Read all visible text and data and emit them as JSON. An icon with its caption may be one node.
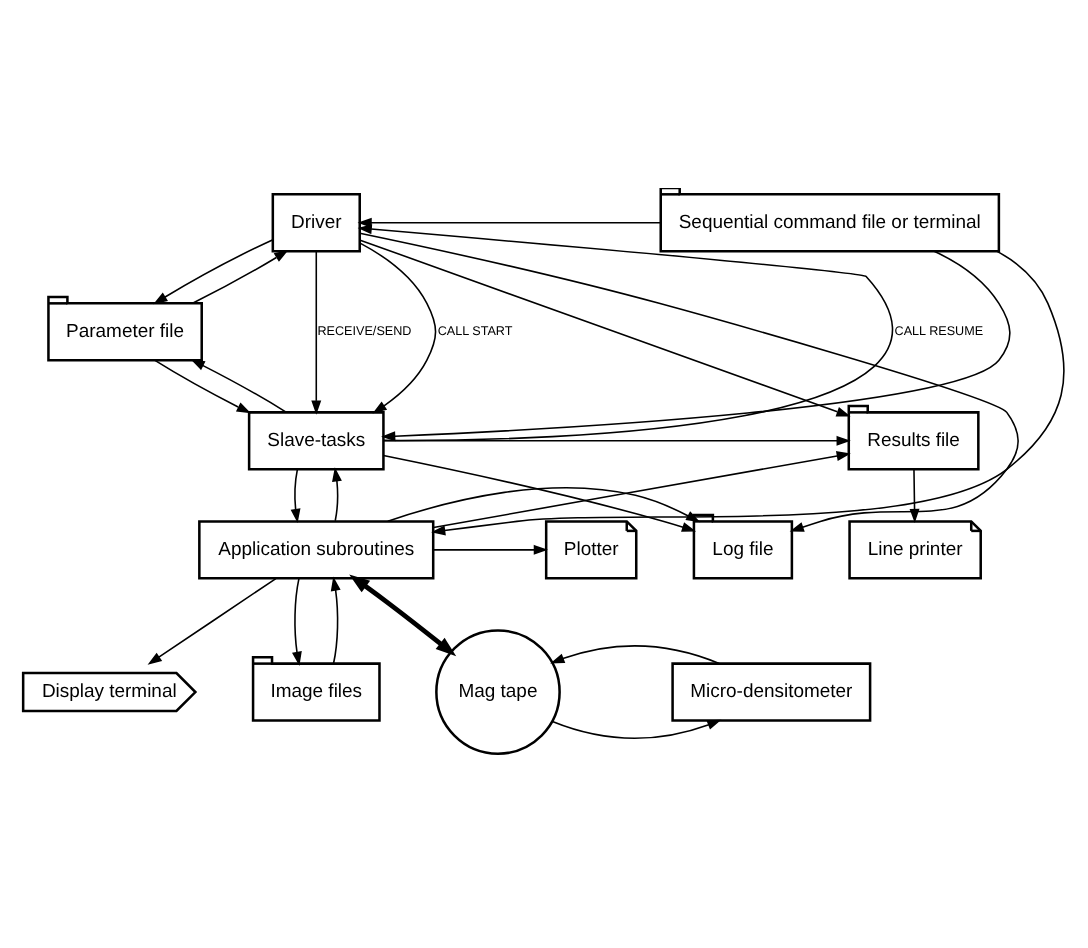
{
  "diagram": {
    "nodes": [
      {
        "text": [
          "Driver"
        ]
      },
      {
        "text": [
          "Parameter file"
        ]
      },
      {
        "text": [
          "Slave-tasks"
        ]
      },
      {
        "text": [
          "Sequential command file or terminal"
        ]
      },
      {
        "text": [
          "Results file"
        ]
      },
      {
        "text": [
          "Line printer"
        ]
      },
      {
        "text": [
          "Application subroutines"
        ]
      },
      {
        "text": [
          "Log file"
        ]
      },
      {
        "text": [
          "Plotter"
        ]
      },
      {
        "text": [
          "Display terminal"
        ]
      },
      {
        "text": [
          "Image files"
        ]
      },
      {
        "text": [
          "Mag tape"
        ]
      },
      {
        "text": [
          "Micro-densitometer"
        ]
      }
    ],
    "edges": [
      {
        "from": 0,
        "to": 1,
        "arrow": "to"
      },
      {
        "from": 1,
        "to": 0,
        "arrow": "to"
      },
      {
        "from": 1,
        "to": 2,
        "arrow": "to"
      },
      {
        "from": 2,
        "to": 1,
        "arrow": "to"
      },
      {
        "from": 0,
        "to": 2,
        "arrow": "to",
        "label": "RECEIVE/SEND"
      },
      {
        "from": 0,
        "to": 2,
        "arrow": "to",
        "label": "CALL START"
      },
      {
        "from": 2,
        "to": 0,
        "arrow": "to",
        "label": "CALL RESUME"
      },
      {
        "from": 3,
        "to": 0,
        "arrow": "to"
      },
      {
        "from": 3,
        "to": 2,
        "arrow": "to"
      },
      {
        "from": 3,
        "to": 6,
        "arrow": "to"
      },
      {
        "from": 0,
        "to": 4,
        "arrow": "to"
      },
      {
        "from": 2,
        "to": 4,
        "arrow": "to"
      },
      {
        "from": 6,
        "to": 4,
        "arrow": "to"
      },
      {
        "from": 0,
        "to": 7,
        "arrow": "to"
      },
      {
        "from": 2,
        "to": 7,
        "arrow": "to"
      },
      {
        "from": 6,
        "to": 7,
        "arrow": "to"
      },
      {
        "from": 4,
        "to": 5,
        "arrow": "to"
      },
      {
        "from": 2,
        "to": 6,
        "arrow": "to"
      },
      {
        "from": 6,
        "to": 2,
        "arrow": "to"
      },
      {
        "from": 6,
        "to": 8,
        "arrow": "to"
      },
      {
        "from": 6,
        "to": 9,
        "arrow": "to"
      },
      {
        "from": 6,
        "to": 10,
        "arrow": "to"
      },
      {
        "from": 10,
        "to": 6,
        "arrow": "to"
      },
      {
        "from": 6,
        "to": 11,
        "arrow": "both",
        "style": "thick"
      },
      {
        "from": 11,
        "to": 12,
        "arrow": "to"
      },
      {
        "from": 12,
        "to": 11,
        "arrow": "to"
      }
    ]
  }
}
